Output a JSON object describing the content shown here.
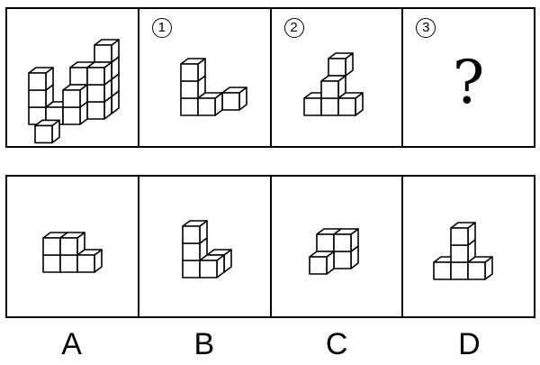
{
  "question": {
    "panels": [
      {
        "marker": ""
      },
      {
        "marker": "1"
      },
      {
        "marker": "2"
      },
      {
        "marker": "3",
        "mark": "?"
      }
    ]
  },
  "options": [
    {
      "label": "A"
    },
    {
      "label": "B"
    },
    {
      "label": "C"
    },
    {
      "label": "D"
    }
  ],
  "colors": {
    "line": "#000000",
    "face": "#ffffff"
  }
}
